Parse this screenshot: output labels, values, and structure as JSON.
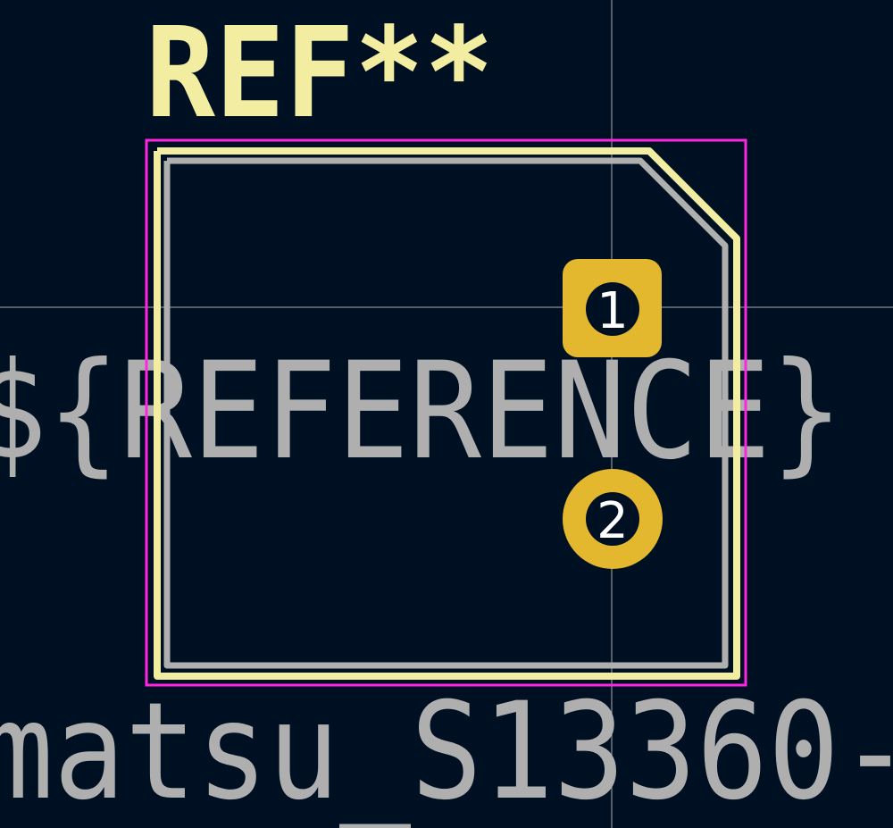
{
  "footprint": {
    "reference": "REF**",
    "reference_field": "${REFERENCE}",
    "value_text": "matsu_S13360-",
    "pads": [
      {
        "number": "1",
        "shape": "rounded-rect"
      },
      {
        "number": "2",
        "shape": "circle"
      }
    ]
  },
  "colors": {
    "background": "#001023",
    "silkscreen": "#F2EDA1",
    "fabrication": "#AFAFAF",
    "courtyard": "#FF26E2",
    "pad": "#E3B72E",
    "drill_hole": "#001023",
    "pad_number": "#FFFFFF",
    "crosshair": "#C8C8C8"
  }
}
